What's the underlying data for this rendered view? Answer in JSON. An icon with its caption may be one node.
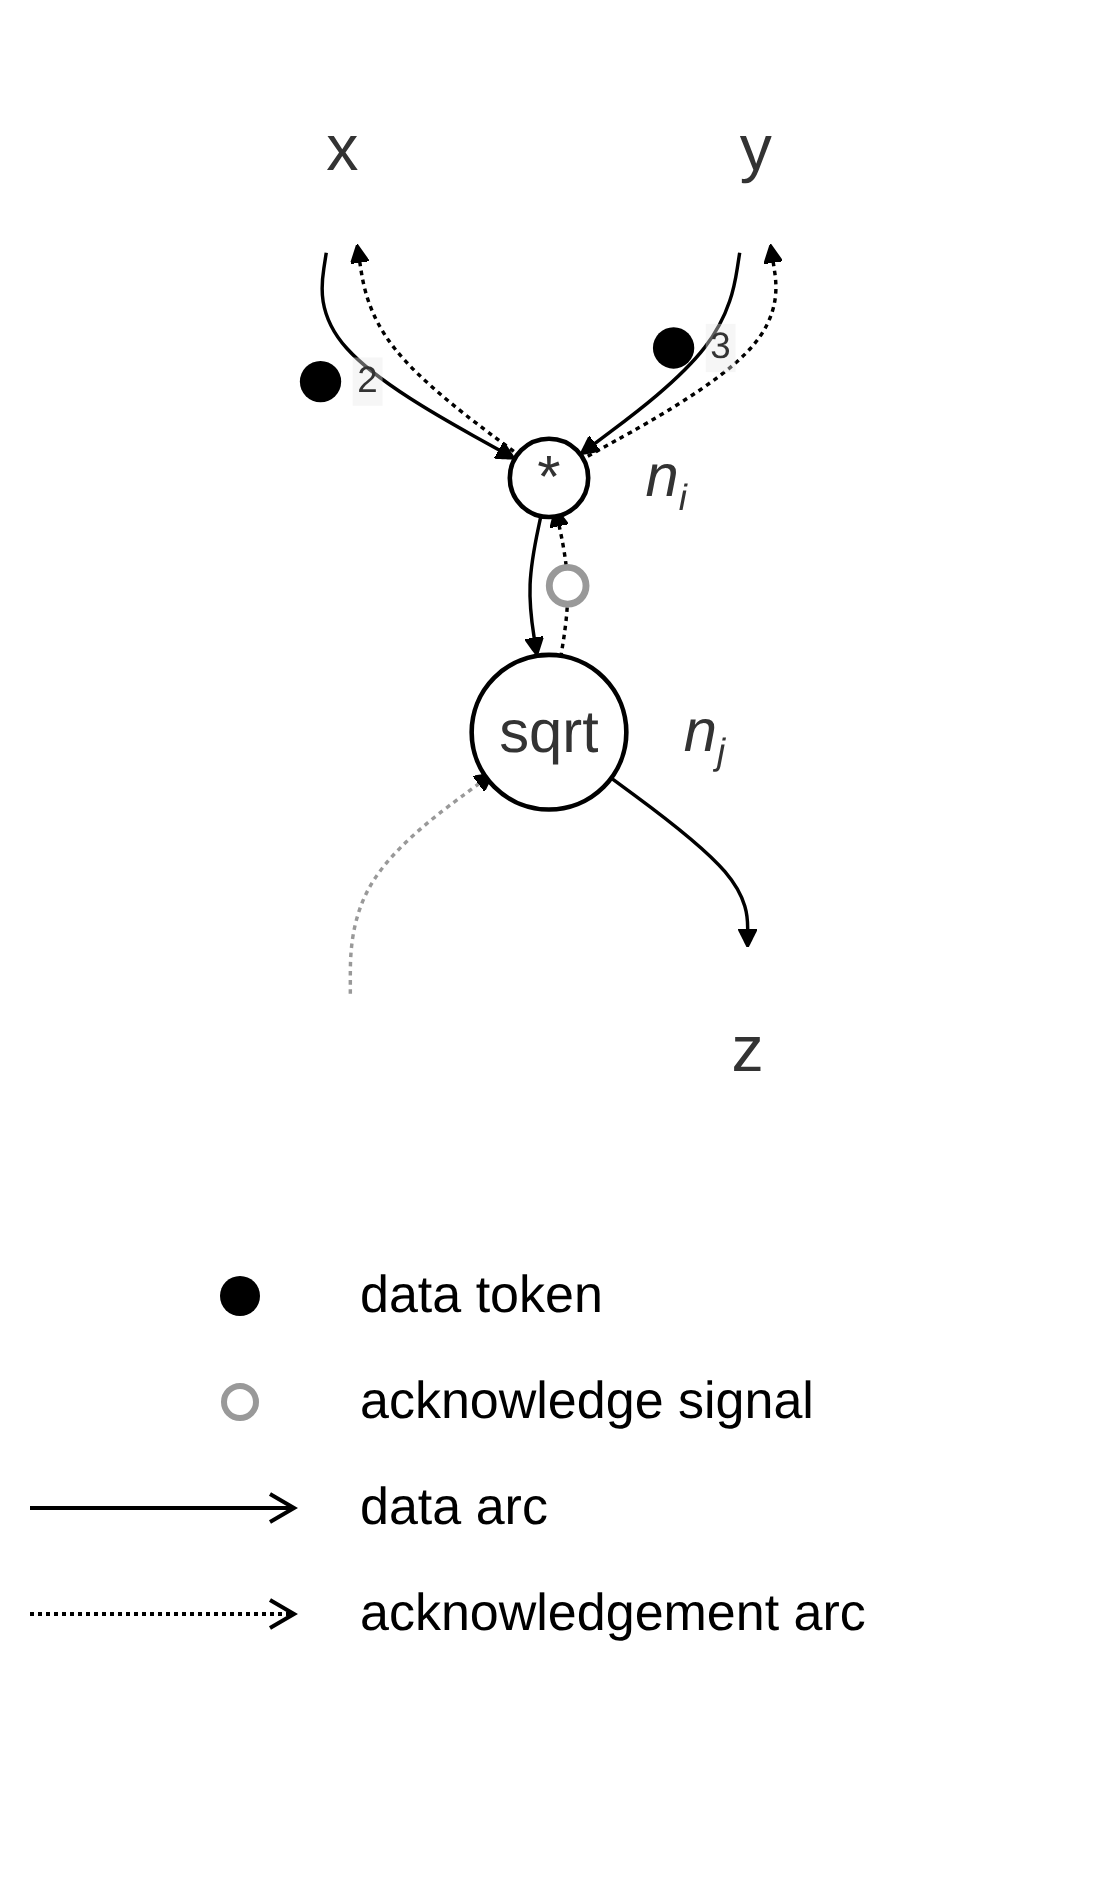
{
  "diagram": {
    "nodes": [
      {
        "text": [
          "x"
        ]
      },
      {
        "text": [
          "y"
        ]
      },
      {
        "text": [
          "*"
        ],
        "beside": [
          "n$_{i}$"
        ]
      },
      {
        "text": [
          "sqrt"
        ],
        "beside": [
          "n$_{j}$"
        ]
      },
      {
        "text": [
          "z"
        ]
      }
    ],
    "edges": [
      {
        "from": 0,
        "to": 2,
        "arrow": "to",
        "label": "2"
      },
      {
        "from": 1,
        "to": 2,
        "arrow": "to",
        "label": "3"
      },
      {
        "from": 2,
        "to": 0,
        "arrow": "to",
        "style": "dashed"
      },
      {
        "from": 2,
        "to": 1,
        "arrow": "to",
        "style": "dashed"
      },
      {
        "from": 2,
        "to": 3,
        "arrow": "to"
      },
      {
        "from": 3,
        "to": 2,
        "arrow": "to",
        "style": "dashed"
      },
      {
        "from": null,
        "to": 3,
        "arrow": "to",
        "style": "dashed",
        "color": "#999999"
      },
      {
        "from": 3,
        "to": 4,
        "arrow": "to"
      }
    ],
    "legend": [
      {
        "text": "data token"
      },
      {
        "text": "acknowledge signal"
      },
      {
        "text": "data arc"
      },
      {
        "text": "acknowledgement arc"
      }
    ]
  }
}
